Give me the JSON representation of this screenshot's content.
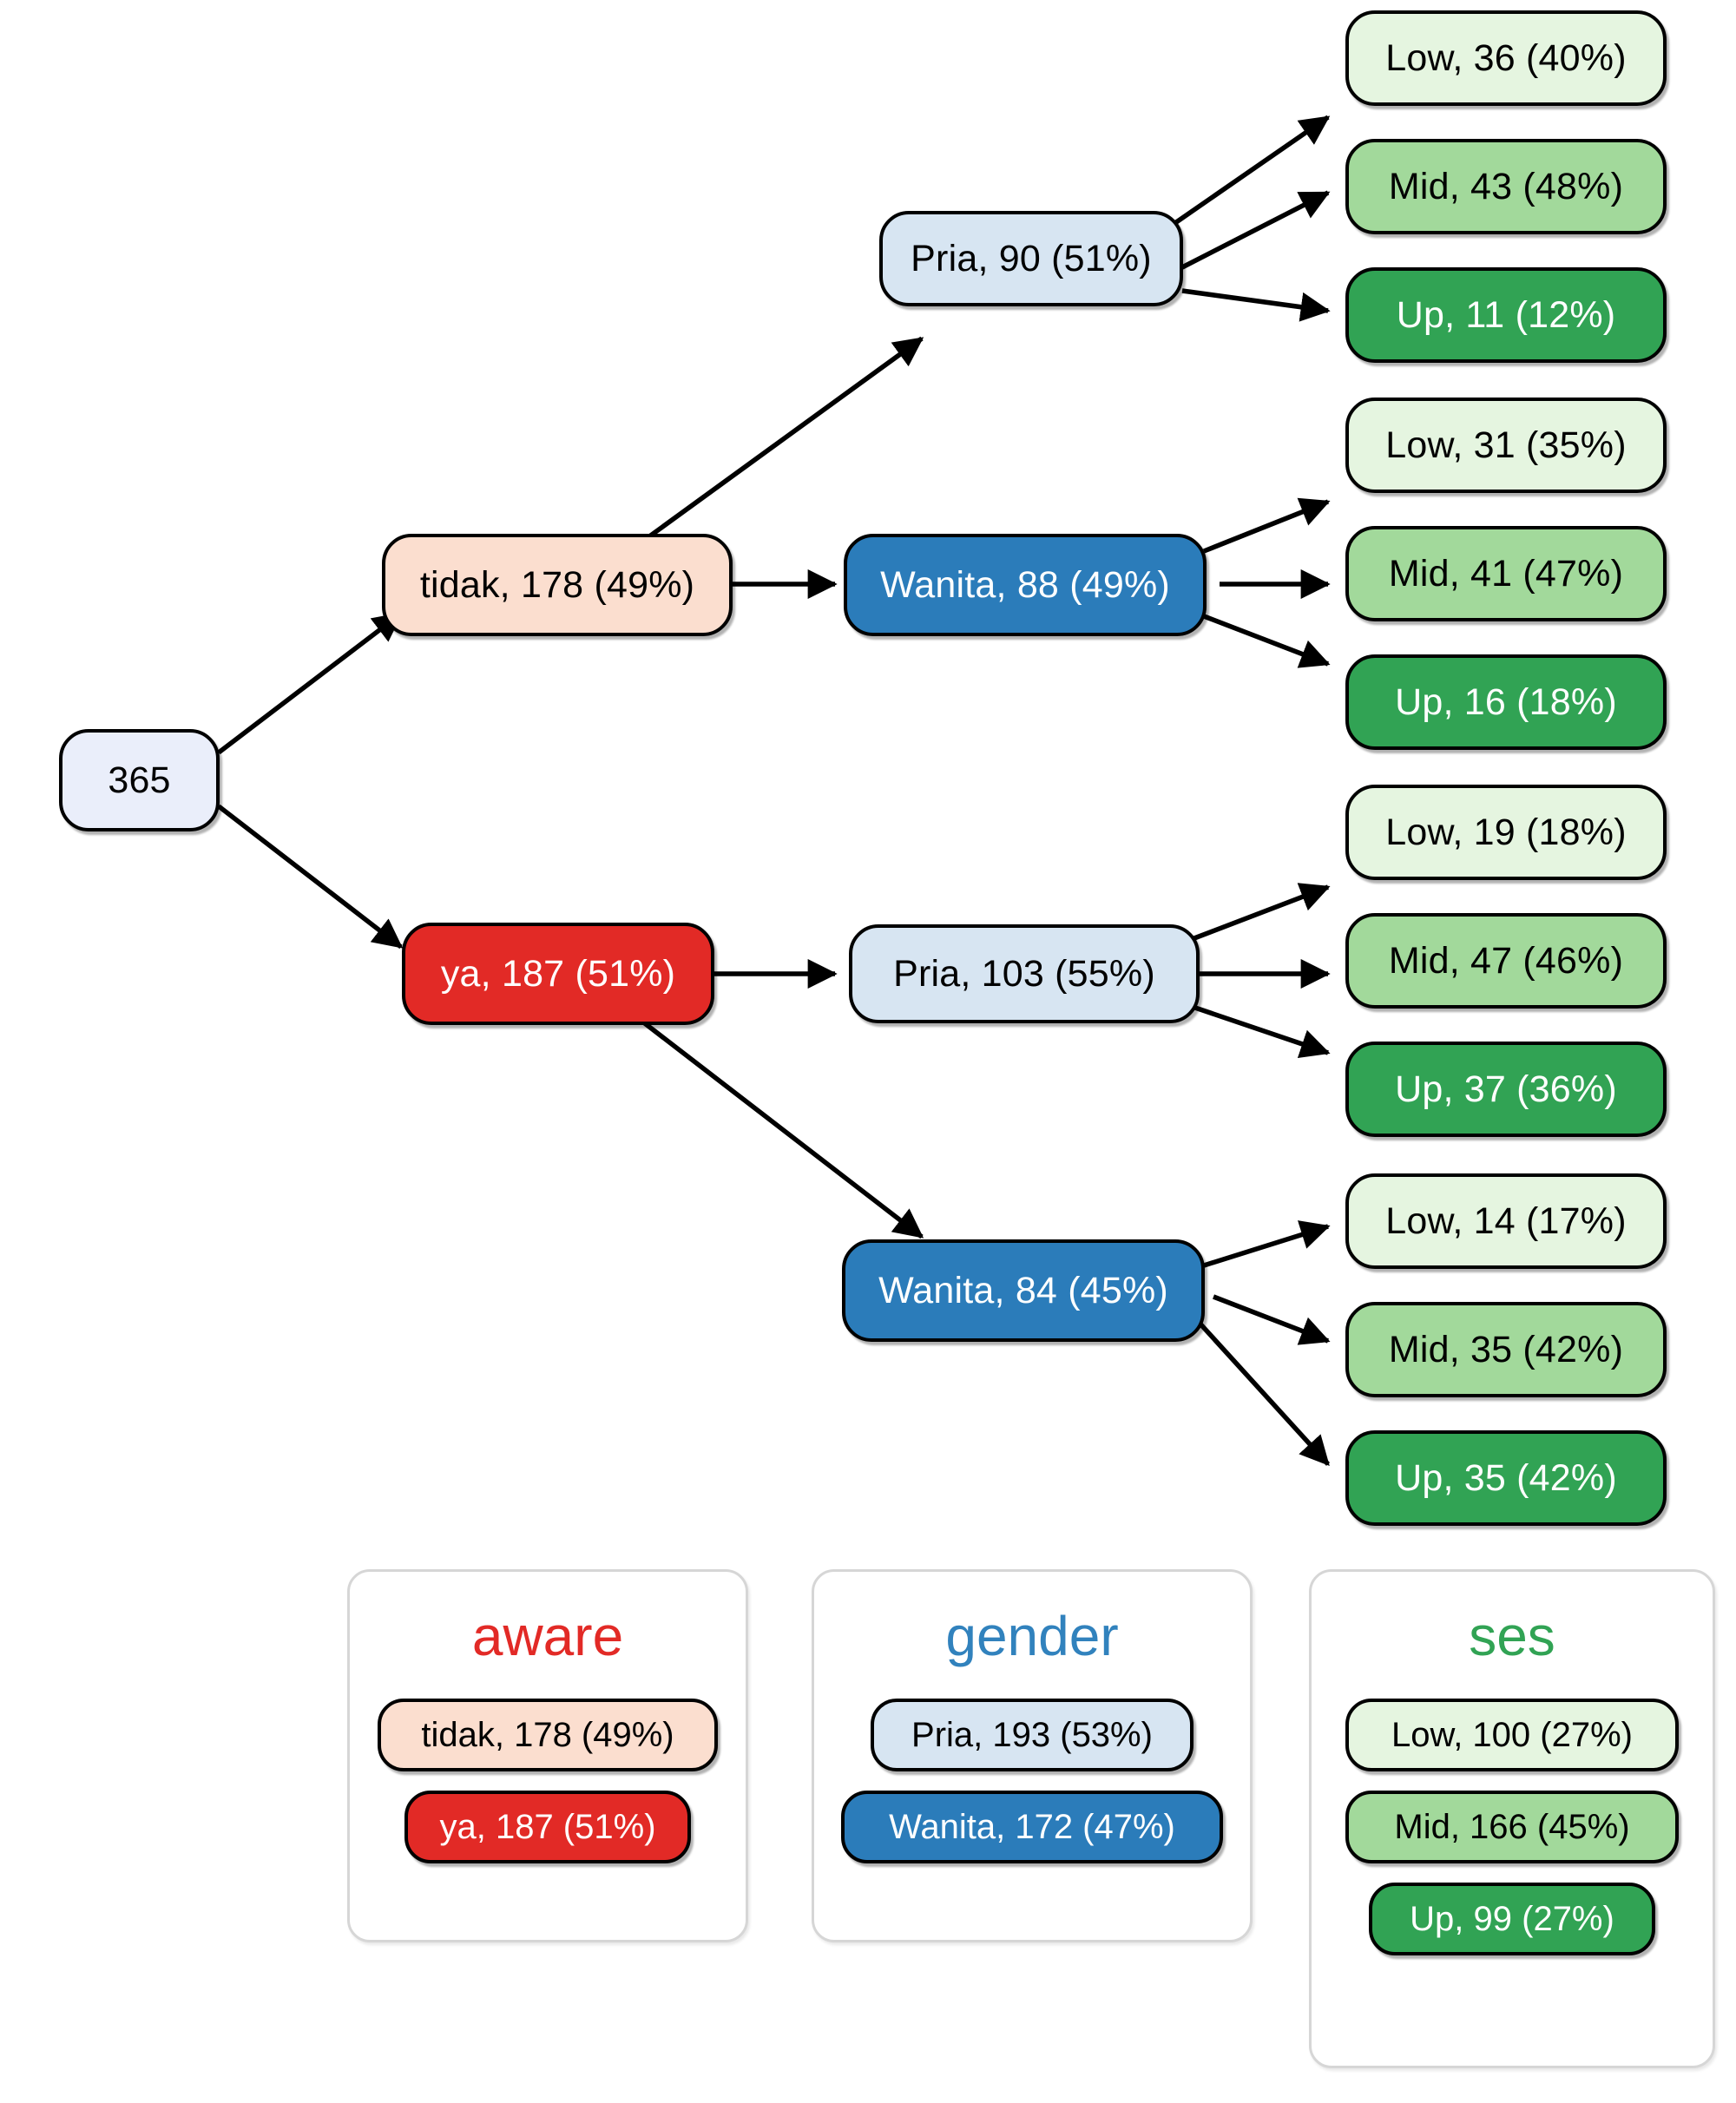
{
  "chart_data": {
    "type": "diagram",
    "subtype": "classification-tree",
    "title": "",
    "root": {
      "label": "365",
      "count": 365
    },
    "levels": [
      "aware",
      "gender",
      "ses"
    ],
    "nodes": [
      {
        "id": "root",
        "label": "365",
        "level": "root",
        "count": 365,
        "percent": null
      },
      {
        "id": "tidak",
        "label": "tidak, 178 (49%)",
        "level": "aware",
        "category": "tidak",
        "count": 178,
        "percent": 49,
        "parent": "root"
      },
      {
        "id": "ya",
        "label": "ya, 187 (51%)",
        "level": "aware",
        "category": "ya",
        "count": 187,
        "percent": 51,
        "parent": "root"
      },
      {
        "id": "t-pria",
        "label": "Pria, 90 (51%)",
        "level": "gender",
        "category": "Pria",
        "count": 90,
        "percent": 51,
        "parent": "tidak"
      },
      {
        "id": "t-wanita",
        "label": "Wanita, 88 (49%)",
        "level": "gender",
        "category": "Wanita",
        "count": 88,
        "percent": 49,
        "parent": "tidak"
      },
      {
        "id": "y-pria",
        "label": "Pria, 103 (55%)",
        "level": "gender",
        "category": "Pria",
        "count": 103,
        "percent": 55,
        "parent": "ya"
      },
      {
        "id": "y-wanita",
        "label": "Wanita, 84 (45%)",
        "level": "gender",
        "category": "Wanita",
        "count": 84,
        "percent": 45,
        "parent": "ya"
      },
      {
        "id": "tp-low",
        "label": "Low, 36 (40%)",
        "level": "ses",
        "category": "Low",
        "count": 36,
        "percent": 40,
        "parent": "t-pria"
      },
      {
        "id": "tp-mid",
        "label": "Mid, 43 (48%)",
        "level": "ses",
        "category": "Mid",
        "count": 43,
        "percent": 48,
        "parent": "t-pria"
      },
      {
        "id": "tp-up",
        "label": "Up, 11 (12%)",
        "level": "ses",
        "category": "Up",
        "count": 11,
        "percent": 12,
        "parent": "t-pria"
      },
      {
        "id": "tw-low",
        "label": "Low, 31 (35%)",
        "level": "ses",
        "category": "Low",
        "count": 31,
        "percent": 35,
        "parent": "t-wanita"
      },
      {
        "id": "tw-mid",
        "label": "Mid, 41 (47%)",
        "level": "ses",
        "category": "Mid",
        "count": 41,
        "percent": 47,
        "parent": "t-wanita"
      },
      {
        "id": "tw-up",
        "label": "Up, 16 (18%)",
        "level": "ses",
        "category": "Up",
        "count": 16,
        "percent": 18,
        "parent": "t-wanita"
      },
      {
        "id": "yp-low",
        "label": "Low, 19 (18%)",
        "level": "ses",
        "category": "Low",
        "count": 19,
        "percent": 18,
        "parent": "y-pria"
      },
      {
        "id": "yp-mid",
        "label": "Mid, 47 (46%)",
        "level": "ses",
        "category": "Mid",
        "count": 47,
        "percent": 46,
        "parent": "y-pria"
      },
      {
        "id": "yp-up",
        "label": "Up, 37 (36%)",
        "level": "ses",
        "category": "Up",
        "count": 37,
        "percent": 36,
        "parent": "y-pria"
      },
      {
        "id": "yw-low",
        "label": "Low, 14 (17%)",
        "level": "ses",
        "category": "Low",
        "count": 14,
        "percent": 17,
        "parent": "y-wanita"
      },
      {
        "id": "yw-mid",
        "label": "Mid, 35 (42%)",
        "level": "ses",
        "category": "Mid",
        "count": 35,
        "percent": 42,
        "parent": "y-wanita"
      },
      {
        "id": "yw-up",
        "label": "Up, 35 (42%)",
        "level": "ses",
        "category": "Up",
        "count": 35,
        "percent": 42,
        "parent": "y-wanita"
      }
    ],
    "edges": [
      [
        "root",
        "tidak"
      ],
      [
        "root",
        "ya"
      ],
      [
        "tidak",
        "t-pria"
      ],
      [
        "tidak",
        "t-wanita"
      ],
      [
        "ya",
        "y-pria"
      ],
      [
        "ya",
        "y-wanita"
      ],
      [
        "t-pria",
        "tp-low"
      ],
      [
        "t-pria",
        "tp-mid"
      ],
      [
        "t-pria",
        "tp-up"
      ],
      [
        "t-wanita",
        "tw-low"
      ],
      [
        "t-wanita",
        "tw-mid"
      ],
      [
        "t-wanita",
        "tw-up"
      ],
      [
        "y-pria",
        "yp-low"
      ],
      [
        "y-pria",
        "yp-mid"
      ],
      [
        "y-pria",
        "yp-up"
      ],
      [
        "y-wanita",
        "yw-low"
      ],
      [
        "y-wanita",
        "yw-mid"
      ],
      [
        "y-wanita",
        "yw-up"
      ]
    ]
  },
  "tree": {
    "root": {
      "label": "365"
    },
    "aware": {
      "tidak": {
        "label": "tidak, 178 (49%)"
      },
      "ya": {
        "label": "ya, 187 (51%)"
      }
    },
    "gender": {
      "tidak_pria": {
        "label": "Pria, 90 (51%)"
      },
      "tidak_wanita": {
        "label": "Wanita, 88 (49%)"
      },
      "ya_pria": {
        "label": "Pria, 103 (55%)"
      },
      "ya_wanita": {
        "label": "Wanita, 84 (45%)"
      }
    },
    "ses": {
      "tidak_pria": [
        {
          "label": "Low, 36 (40%)"
        },
        {
          "label": "Mid, 43 (48%)"
        },
        {
          "label": "Up, 11 (12%)"
        }
      ],
      "tidak_wanita": [
        {
          "label": "Low, 31 (35%)"
        },
        {
          "label": "Mid, 41 (47%)"
        },
        {
          "label": "Up, 16 (18%)"
        }
      ],
      "ya_pria": [
        {
          "label": "Low, 19 (18%)"
        },
        {
          "label": "Mid, 47 (46%)"
        },
        {
          "label": "Up, 37 (36%)"
        }
      ],
      "ya_wanita": [
        {
          "label": "Low, 14 (17%)"
        },
        {
          "label": "Mid, 35 (42%)"
        },
        {
          "label": "Up, 35 (42%)"
        }
      ]
    }
  },
  "legend": {
    "panels": [
      {
        "title": "aware",
        "title_color": "#e22a26",
        "items": [
          {
            "label": "tidak, 178 (49%)",
            "color": "#fbdecf"
          },
          {
            "label": "ya, 187 (51%)",
            "color": "#e22a26"
          }
        ]
      },
      {
        "title": "gender",
        "title_color": "#3182bd",
        "items": [
          {
            "label": "Pria, 193 (53%)",
            "color": "#d7e5f2"
          },
          {
            "label": "Wanita, 172 (47%)",
            "color": "#2b7cba"
          }
        ]
      },
      {
        "title": "ses",
        "title_color": "#31a354",
        "items": [
          {
            "label": "Low, 100 (27%)",
            "color": "#e5f5e0"
          },
          {
            "label": "Mid, 166 (45%)",
            "color": "#a2d99b"
          },
          {
            "label": "Up, 99 (27%)",
            "color": "#31a354"
          }
        ]
      }
    ]
  },
  "colors": {
    "root": "#eaeefa",
    "aware_tidak": "#fbdecf",
    "aware_ya": "#e22a26",
    "gender_pria": "#d7e5f2",
    "gender_wanita": "#2b7cba",
    "ses_low": "#e5f5e0",
    "ses_mid": "#a2d99b",
    "ses_up": "#31a354",
    "edge": "#000000",
    "panel_border": "#d6d6d6",
    "background": "#ffffff"
  }
}
